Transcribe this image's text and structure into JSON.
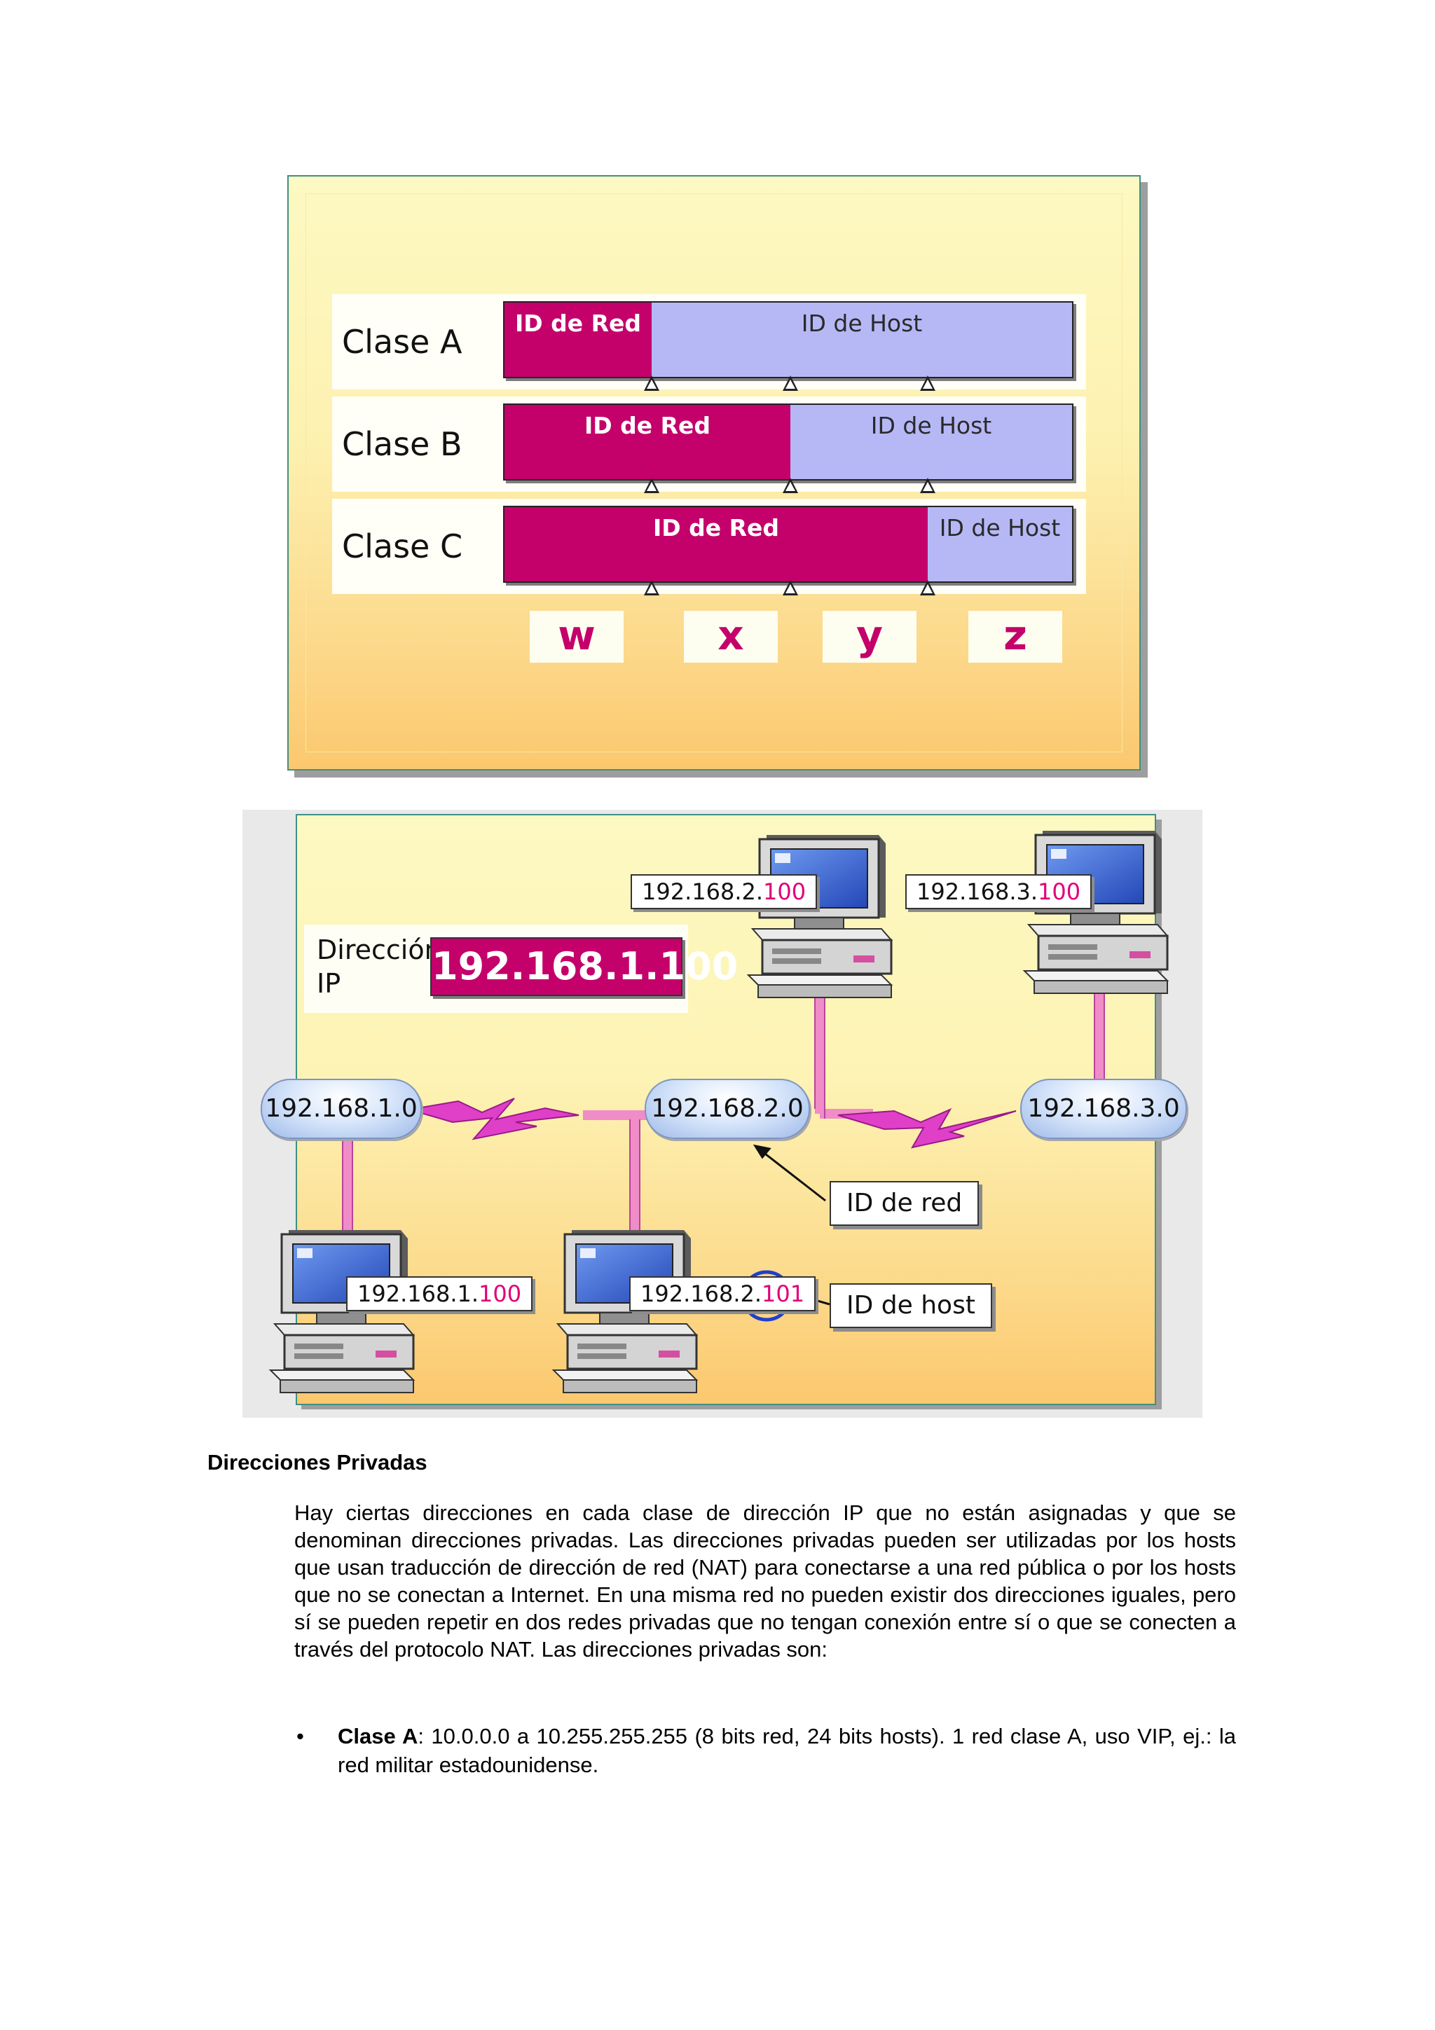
{
  "figure1": {
    "classes": [
      {
        "name": "Clase A",
        "red_label": "ID de Red",
        "host_label": "ID de Host"
      },
      {
        "name": "Clase B",
        "red_label": "ID de Red",
        "host_label": "ID de Host"
      },
      {
        "name": "Clase C",
        "red_label": "ID de Red",
        "host_label": "ID de Host"
      }
    ],
    "octets": [
      "w",
      "x",
      "y",
      "z"
    ],
    "colors": {
      "network": "#c4006b",
      "host": "#b6b8f6"
    }
  },
  "figure2": {
    "ip_label": "Dirección IP",
    "ip_address": "192.168.1.100",
    "networks": [
      "192.168.1.0",
      "192.168.2.0",
      "192.168.3.0"
    ],
    "hosts": [
      {
        "prefix": "192.168.2.",
        "suffix": "100"
      },
      {
        "prefix": "192.168.3.",
        "suffix": "100"
      },
      {
        "prefix": "192.168.1.",
        "suffix": "100"
      },
      {
        "prefix": "192.168.2.",
        "suffix": "101"
      }
    ],
    "net_id_label": "ID de red",
    "host_id_label": "ID de host"
  },
  "section": {
    "heading": "Direcciones Privadas",
    "paragraph": "Hay ciertas direcciones en cada clase de dirección IP que no están asignadas y que se denominan direcciones privadas. Las direcciones privadas pueden ser utilizadas por los hosts que usan traducción de dirección de red (NAT) para conectarse a una red pública o por los hosts que no se conectan a Internet. En una misma red no pueden existir dos direcciones iguales, pero sí se pueden repetir en dos redes privadas que no tengan conexión entre sí o que se conecten a través del protocolo NAT. Las direcciones privadas son:",
    "bullet": {
      "marker": "•",
      "label": "Clase A",
      "text": ": 10.0.0.0 a 10.255.255.255 (8 bits red, 24 bits hosts). 1 red clase A, uso VIP, ej.: la red militar estadounidense."
    }
  }
}
